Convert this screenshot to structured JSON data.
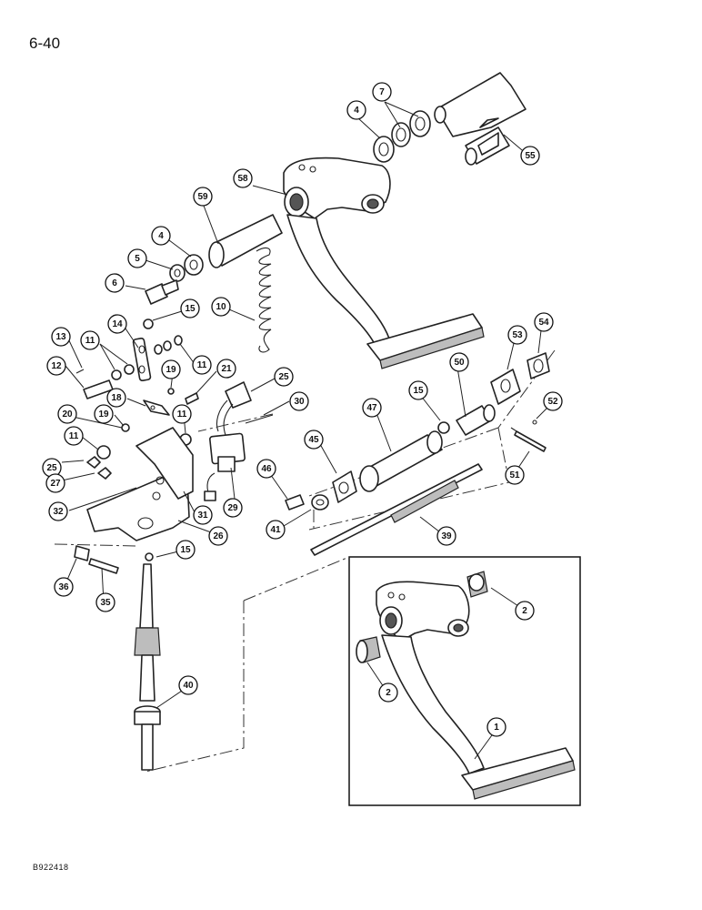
{
  "page_number": "6-40",
  "drawing_code": "B922418",
  "callouts": [
    "7",
    "4",
    "55",
    "58",
    "59",
    "4",
    "5",
    "6",
    "15",
    "10",
    "14",
    "13",
    "11",
    "11",
    "12",
    "19",
    "21",
    "25",
    "18",
    "30",
    "20",
    "19",
    "11",
    "11",
    "25",
    "27",
    "32",
    "31",
    "29",
    "26",
    "47",
    "15",
    "50",
    "53",
    "54",
    "52",
    "51",
    "45",
    "46",
    "41",
    "39",
    "15",
    "36",
    "35",
    "40",
    "2",
    "2",
    "1"
  ]
}
